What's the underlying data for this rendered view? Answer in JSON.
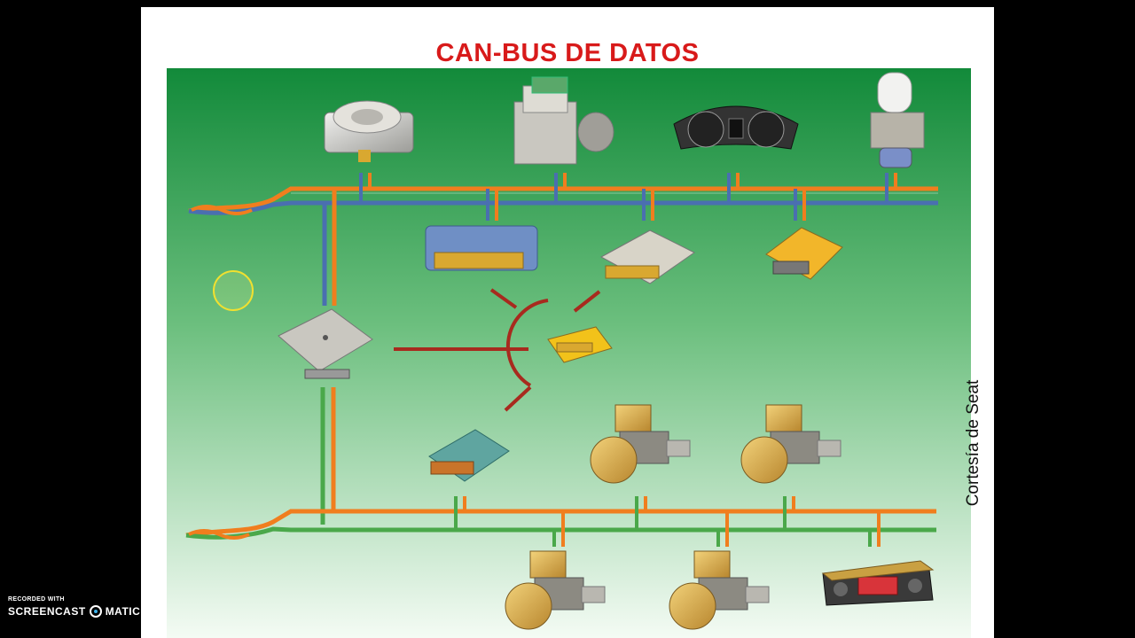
{
  "slide": {
    "title": "CAN-BUS DE DATOS",
    "credit": "Cortesía de Seat"
  },
  "diagram": {
    "bus_colors": {
      "can_high": "#f07e1e",
      "can_low_comfort": "#4a6fb0",
      "can_low_body": "#4aa84a",
      "k_line": "#a82a1e",
      "bg_top": "#128a3a",
      "bg_bottom": "#f4fbf4"
    },
    "components": [
      {
        "name": "steering-angle-sensor-icon"
      },
      {
        "name": "abs-unit-icon"
      },
      {
        "name": "instrument-cluster-icon"
      },
      {
        "name": "steering-pump-icon"
      },
      {
        "name": "engine-control-unit-icon"
      },
      {
        "name": "gearbox-control-unit-icon"
      },
      {
        "name": "airbag-control-unit-icon"
      },
      {
        "name": "gateway-control-unit-icon"
      },
      {
        "name": "diagnostic-connector-icon"
      },
      {
        "name": "comfort-control-unit-icon"
      },
      {
        "name": "window-motor-icon"
      },
      {
        "name": "climate-control-panel-icon"
      }
    ]
  },
  "watermark": {
    "line1": "RECORDED WITH",
    "line2a": "SCREENCAST",
    "line2b": "MATIC"
  }
}
